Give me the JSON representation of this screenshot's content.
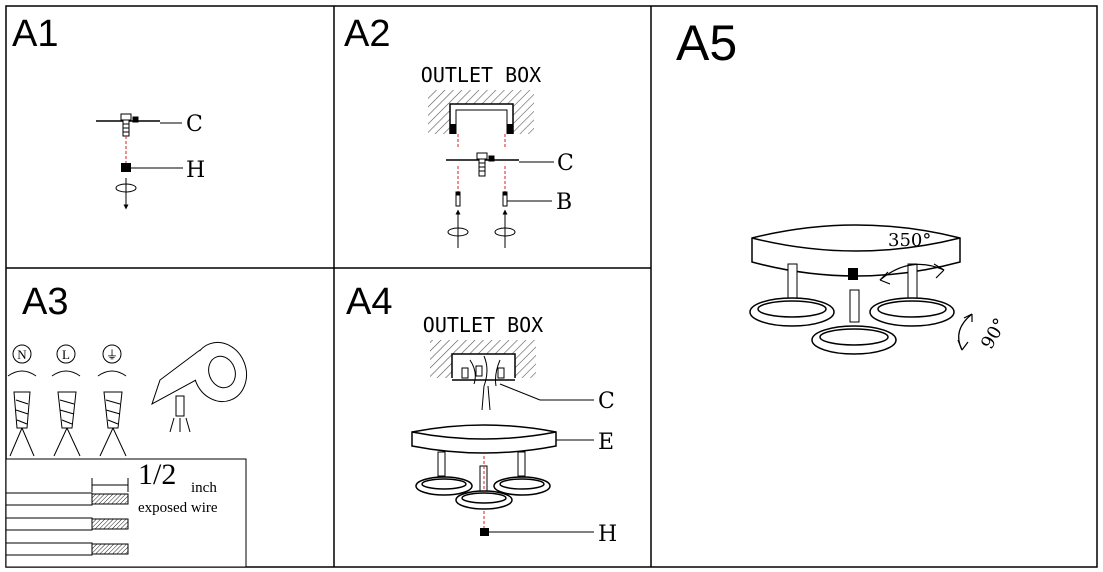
{
  "panels": {
    "a1": {
      "label": "A1",
      "callouts": {
        "c": "C",
        "h": "H"
      }
    },
    "a2": {
      "label": "A2",
      "title": "OUTLET BOX",
      "callouts": {
        "c": "C",
        "b": "B"
      }
    },
    "a3": {
      "label": "A3",
      "wire_symbols": {
        "neutral": "N",
        "line": "L",
        "ground": "⏚"
      },
      "measure": {
        "value": "1/2",
        "unit": "inch",
        "caption": "exposed wire"
      }
    },
    "a4": {
      "label": "A4",
      "title": "OUTLET BOX",
      "callouts": {
        "c": "C",
        "e": "E",
        "h": "H"
      }
    },
    "a5": {
      "label": "A5",
      "rotation_horizontal": "350°",
      "rotation_tilt": "90°"
    }
  },
  "colors": {
    "line": "#000000",
    "guide": "#d62020",
    "background": "#ffffff",
    "hatch": "#555555"
  }
}
